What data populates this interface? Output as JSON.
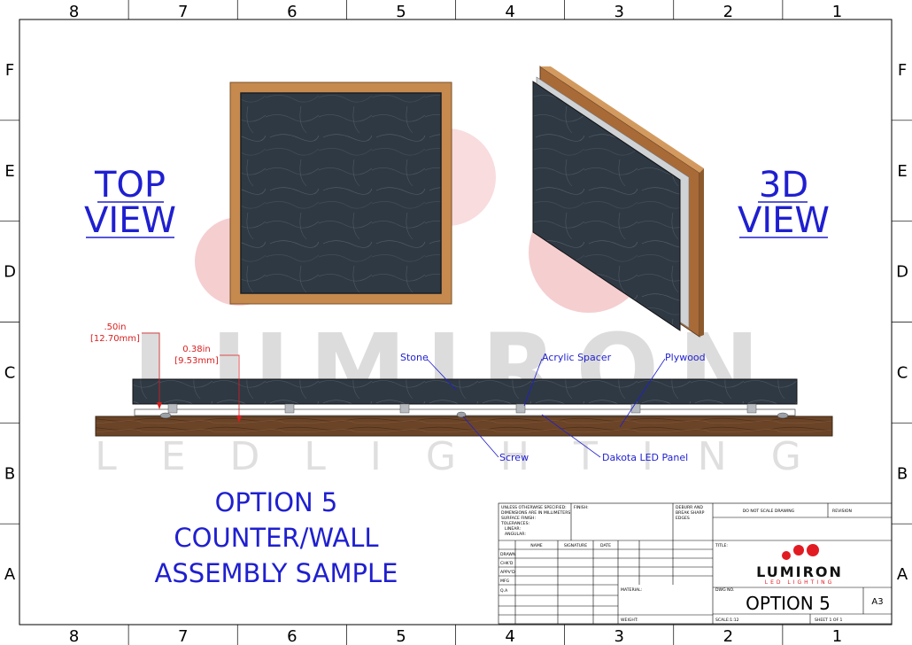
{
  "zones": {
    "columns": [
      "8",
      "7",
      "6",
      "5",
      "4",
      "3",
      "2",
      "1"
    ],
    "rows": [
      "F",
      "E",
      "D",
      "C",
      "B",
      "A"
    ]
  },
  "watermark": {
    "brand": "LUMIRON",
    "tagline": "L E D   L I G H T I N G"
  },
  "views": {
    "top_line1": "TOP",
    "top_line2": "VIEW",
    "iso_line1": "3D",
    "iso_line2": "VIEW"
  },
  "dimensions": {
    "d1_in": ".50in",
    "d1_mm": "[12.70mm]",
    "d2_in": "0.38in",
    "d2_mm": "[9.53mm]"
  },
  "callouts": {
    "stone": "Stone",
    "acrylic": "Acrylic Spacer",
    "plywood": "Plywood",
    "screw": "Screw",
    "panel": "Dakota LED Panel"
  },
  "title_block": {
    "line1": "OPTION 5",
    "line2": "COUNTER/WALL",
    "line3": "ASSEMBLY SAMPLE",
    "notes": [
      "UNLESS OTHERWISE SPECIFIED:",
      "DIMENSIONS ARE IN MILLIMETERS",
      "SURFACE FINISH:",
      "TOLERANCES:",
      "LINEAR:",
      "ANGULAR:"
    ],
    "finish": "FINISH:",
    "deburr": [
      "DEBURR AND",
      "BREAK SHARP",
      "EDGES"
    ],
    "no_scale": "DO NOT SCALE DRAWING",
    "revision": "REVISION",
    "col_name": "NAME",
    "col_signature": "SIGNATURE",
    "col_date": "DATE",
    "rows": [
      "DRAWN",
      "CHK'D",
      "APPV'D",
      "MFG",
      "Q.A"
    ],
    "title_label": "TITLE:",
    "material": "MATERIAL:",
    "dwg_no": "DWG NO.",
    "weight": "WEIGHT:",
    "scale": "SCALE:1:12",
    "sheet": "SHEET 1 OF 1",
    "drawing_title": "OPTION 5",
    "size": "A3",
    "logo_brand": "LUMIRON",
    "logo_tagline": "LED LIGHTING"
  },
  "colors": {
    "wood": "#c68a4e",
    "wood_dark": "#5a3b22",
    "stone": "#2f3944",
    "link_blue": "#1f1fd0",
    "dim_red": "#d91e1e",
    "logo_red": "#e21b23"
  }
}
